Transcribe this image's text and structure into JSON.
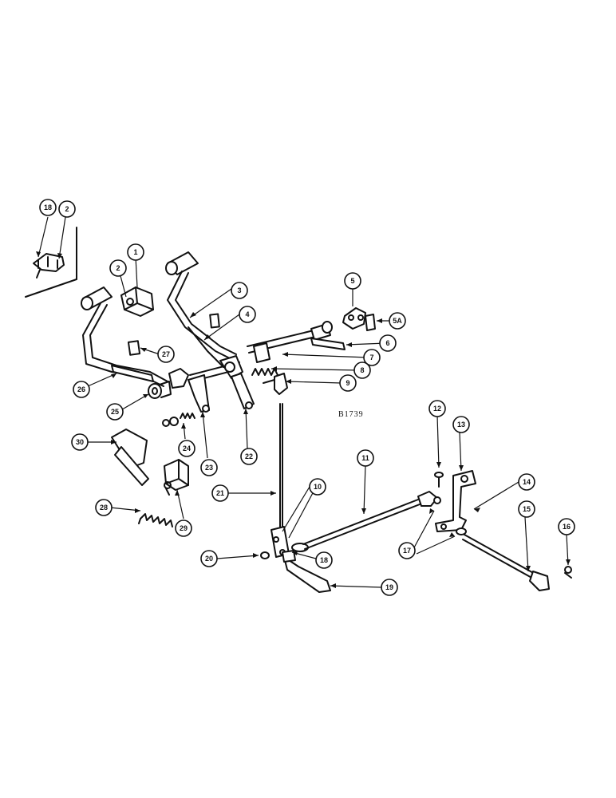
{
  "drawing_code": "B1739",
  "callouts": [
    {
      "label": "18"
    },
    {
      "label": "2"
    },
    {
      "label": "1"
    },
    {
      "label": "2"
    },
    {
      "label": "3"
    },
    {
      "label": "4"
    },
    {
      "label": "5"
    },
    {
      "label": "5A"
    },
    {
      "label": "6"
    },
    {
      "label": "7"
    },
    {
      "label": "8"
    },
    {
      "label": "9"
    },
    {
      "label": "27"
    },
    {
      "label": "26"
    },
    {
      "label": "25"
    },
    {
      "label": "24"
    },
    {
      "label": "23"
    },
    {
      "label": "22"
    },
    {
      "label": "30"
    },
    {
      "label": "28"
    },
    {
      "label": "29"
    },
    {
      "label": "21"
    },
    {
      "label": "10"
    },
    {
      "label": "11"
    },
    {
      "label": "12"
    },
    {
      "label": "13"
    },
    {
      "label": "14"
    },
    {
      "label": "15"
    },
    {
      "label": "16"
    },
    {
      "label": "17"
    },
    {
      "label": "20"
    },
    {
      "label": "18"
    },
    {
      "label": "19"
    }
  ]
}
